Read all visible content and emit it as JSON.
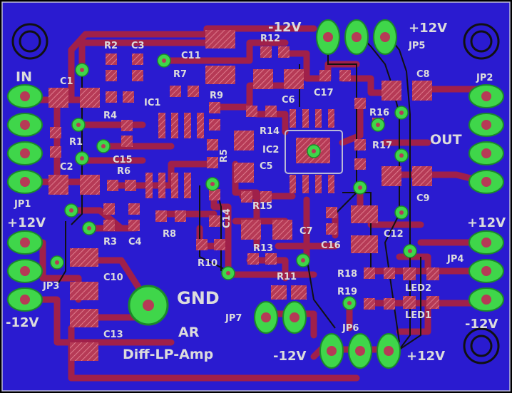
{
  "colors": {
    "background": "#000000",
    "board": "#2a1bd0",
    "trace": "#a0204a",
    "pad": "#b63a56",
    "via": "#3fd64a",
    "silk": "#dcdcdc"
  },
  "labels": {
    "in": "IN",
    "out": "OUT",
    "gnd": "GND",
    "title1": "AR",
    "title2": "Diff-LP-Amp",
    "p12_top": "+12V",
    "m12_top": "-12V",
    "p12_left": "+12V",
    "m12_left": "-12V",
    "p12_right": "+12V",
    "m12_right": "-12V",
    "m12_bottom": "-12V",
    "p12_bottom": "+12V"
  },
  "parts": {
    "R2": "R2",
    "C3": "C3",
    "C11": "C11",
    "R12": "R12",
    "JP5": "JP5",
    "C1": "C1",
    "R7": "R7",
    "C6": "C6",
    "C17": "C17",
    "C8": "C8",
    "JP2": "JP2",
    "R4": "R4",
    "IC1": "IC1",
    "R9": "R9",
    "R14": "R14",
    "R16": "R16",
    "R1": "R1",
    "R5": "R5",
    "IC2": "IC2",
    "R17": "R17",
    "C15": "C15",
    "C2": "C2",
    "R6": "R6",
    "C5": "C5",
    "C9": "C9",
    "JP1": "JP1",
    "R15": "R15",
    "C14": "C14",
    "C7": "C7",
    "C12": "C12",
    "R3": "R3",
    "C4": "C4",
    "R8": "R8",
    "C16": "C16",
    "R13": "R13",
    "JP4": "JP4",
    "JP3": "JP3",
    "R10": "R10",
    "R18": "R18",
    "LED2": "LED2",
    "C10": "C10",
    "R11": "R11",
    "R19": "R19",
    "LED1": "LED1",
    "JP7": "JP7",
    "JP6": "JP6",
    "C13": "C13"
  }
}
